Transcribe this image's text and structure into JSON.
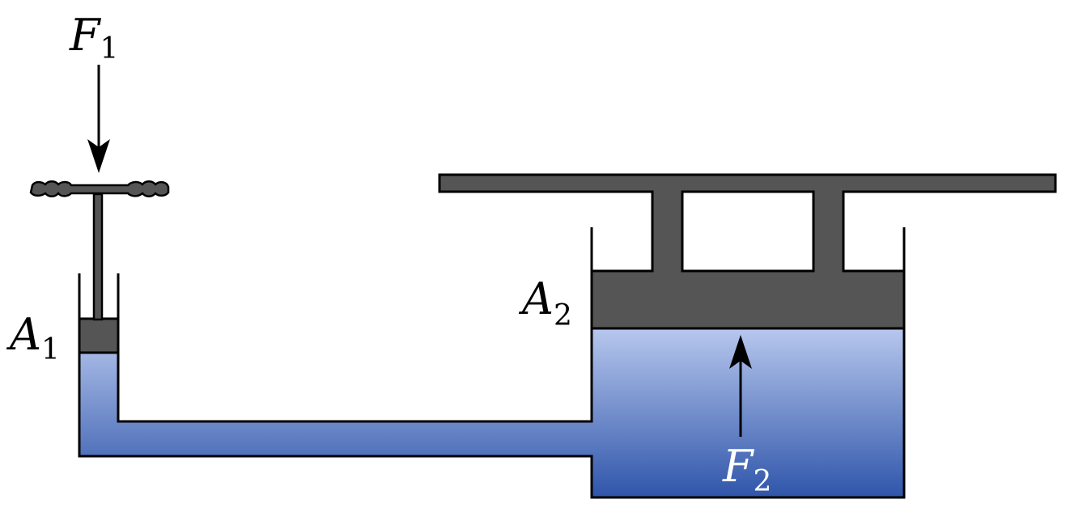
{
  "labels": {
    "f1": {
      "letter": "F",
      "sub": "1"
    },
    "f2": {
      "letter": "F",
      "sub": "2"
    },
    "a1": {
      "letter": "A",
      "sub": "1"
    },
    "a2": {
      "letter": "A",
      "sub": "2"
    }
  },
  "colors": {
    "piston": "#555555",
    "outline": "#000000",
    "fluid_top": "#b8c8ee",
    "fluid_bottom": "#2f55aa",
    "f2_label": "#ffffff"
  }
}
